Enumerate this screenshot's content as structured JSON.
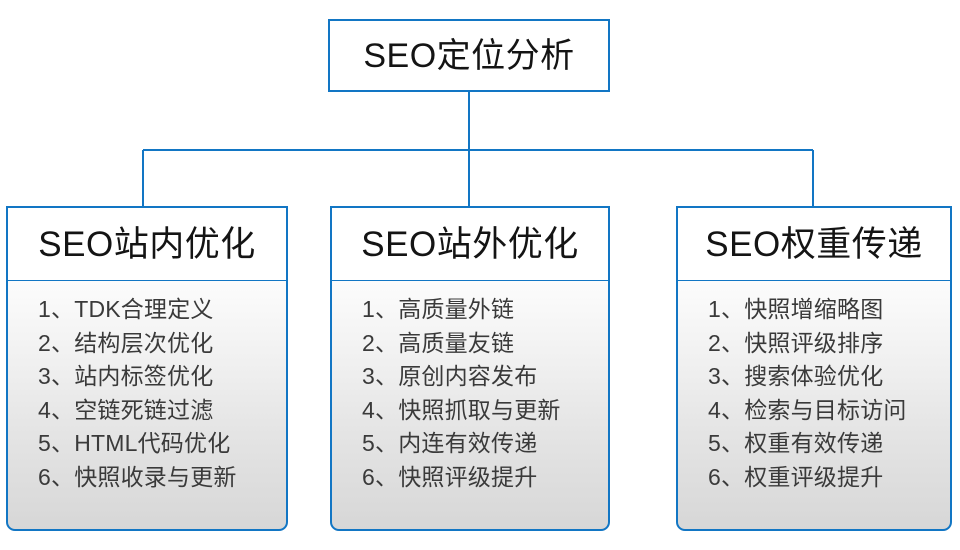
{
  "diagram": {
    "type": "org-chart",
    "root": {
      "label": "SEO定位分析"
    },
    "branches": [
      {
        "title": "SEO站内优化",
        "items": [
          "1、TDK合理定义",
          "2、结构层次优化",
          "3、站内标签优化",
          "4、空链死链过滤",
          "5、HTML代码优化",
          "6、快照收录与更新"
        ]
      },
      {
        "title": "SEO站外优化",
        "items": [
          "1、高质量外链",
          "2、高质量友链",
          "3、原创内容发布",
          "4、快照抓取与更新",
          "5、内连有效传递",
          "6、快照评级提升"
        ]
      },
      {
        "title": "SEO权重传递",
        "items": [
          "1、快照增缩略图",
          "2、快照评级排序",
          "3、搜索体验优化",
          "4、检索与目标访问",
          "5、权重有效传递",
          "6、权重评级提升"
        ]
      }
    ],
    "colors": {
      "border": "#1276c4",
      "connector": "#1276c4",
      "title_text": "#141414",
      "item_text": "#3a3a3a",
      "header_bg": "#ffffff",
      "body_bg_top": "#fcfcfc",
      "body_bg_bottom": "#d7d7d7",
      "canvas_bg": "#ffffff"
    }
  }
}
